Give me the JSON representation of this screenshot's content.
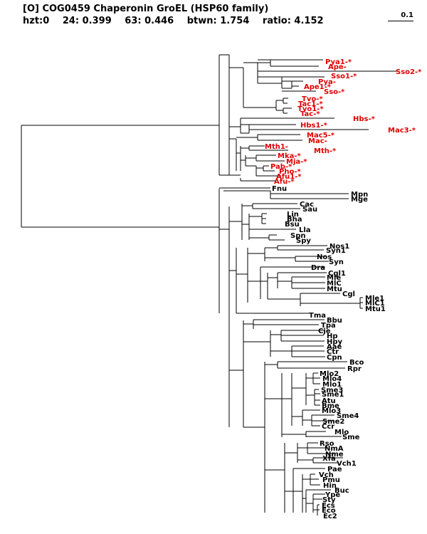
{
  "header": {
    "title": "[O] COG0459 Chaperonin GroEL (HSP60 family)",
    "hzt": "hzt:0",
    "v24": "24: 0.399",
    "v63": "63: 0.446",
    "btwn": "btwn: 1.754",
    "ratio": "ratio: 4.152"
  },
  "scale_bar": {
    "label": "0.1"
  },
  "colors": {
    "archaea": "#e00000",
    "bacteria": "#000000"
  },
  "tree": {
    "leaves": [
      {
        "name": "Pya1-*",
        "red": true
      },
      {
        "name": "Ape-",
        "red": true
      },
      {
        "name": "Sso2-*",
        "red": true
      },
      {
        "name": "Sso1-*",
        "red": true
      },
      {
        "name": "Pya-",
        "red": true
      },
      {
        "name": "Ape1-*",
        "red": true
      },
      {
        "name": "Sso-*",
        "red": true
      },
      {
        "name": "Tvo-*",
        "red": true
      },
      {
        "name": "Tac1-*",
        "red": true
      },
      {
        "name": "Tvo1-*",
        "red": true
      },
      {
        "name": "Tac-*",
        "red": true
      },
      {
        "name": "Hbs-*",
        "red": true
      },
      {
        "name": "Hbs1-*",
        "red": true
      },
      {
        "name": "Mac3-*",
        "red": true
      },
      {
        "name": "Mac5-*",
        "red": true
      },
      {
        "name": "Mac-",
        "red": true
      },
      {
        "name": "Mth1-",
        "red": true
      },
      {
        "name": "Mth-*",
        "red": true
      },
      {
        "name": "Mka-*",
        "red": true
      },
      {
        "name": "Mja-*",
        "red": true
      },
      {
        "name": "Pab-*",
        "red": true
      },
      {
        "name": "Pho-*",
        "red": true
      },
      {
        "name": "Afu1-*",
        "red": true
      },
      {
        "name": "Afu-*",
        "red": true
      },
      {
        "name": "Fnu",
        "red": false
      },
      {
        "name": "Mpn",
        "red": false
      },
      {
        "name": "Mge",
        "red": false
      },
      {
        "name": "Cac",
        "red": false
      },
      {
        "name": "Sau",
        "red": false
      },
      {
        "name": "Lin",
        "red": false
      },
      {
        "name": "Bha",
        "red": false
      },
      {
        "name": "Bsu",
        "red": false
      },
      {
        "name": "Lla",
        "red": false
      },
      {
        "name": "Spn",
        "red": false
      },
      {
        "name": "Spy",
        "red": false
      },
      {
        "name": "Nos1",
        "red": false
      },
      {
        "name": "Syn1",
        "red": false
      },
      {
        "name": "Nos",
        "red": false
      },
      {
        "name": "Syn",
        "red": false
      },
      {
        "name": "Dra",
        "red": false
      },
      {
        "name": "Cgl1",
        "red": false
      },
      {
        "name": "Mle",
        "red": false
      },
      {
        "name": "MlC",
        "red": false
      },
      {
        "name": "Mtu",
        "red": false
      },
      {
        "name": "Cgl",
        "red": false
      },
      {
        "name": "Mle1",
        "red": false
      },
      {
        "name": "MlC1",
        "red": false
      },
      {
        "name": "Mtu1",
        "red": false
      },
      {
        "name": "Tma",
        "red": false
      },
      {
        "name": "Bbu",
        "red": false
      },
      {
        "name": "Tpa",
        "red": false
      },
      {
        "name": "Cje",
        "red": false
      },
      {
        "name": "Hp",
        "red": false
      },
      {
        "name": "Hpy",
        "red": false
      },
      {
        "name": "Aae",
        "red": false
      },
      {
        "name": "Ctr",
        "red": false
      },
      {
        "name": "Cpn",
        "red": false
      },
      {
        "name": "Bco",
        "red": false
      },
      {
        "name": "Rpr",
        "red": false
      },
      {
        "name": "Mlo2",
        "red": false
      },
      {
        "name": "Mlo4",
        "red": false
      },
      {
        "name": "Mlo1",
        "red": false
      },
      {
        "name": "Sme3",
        "red": false
      },
      {
        "name": "Sme1",
        "red": false
      },
      {
        "name": "Atu",
        "red": false
      },
      {
        "name": "Bme",
        "red": false
      },
      {
        "name": "Mlo3",
        "red": false
      },
      {
        "name": "Sme4",
        "red": false
      },
      {
        "name": "Sme2",
        "red": false
      },
      {
        "name": "Ccr",
        "red": false
      },
      {
        "name": "Mlo",
        "red": false
      },
      {
        "name": "Sme",
        "red": false
      },
      {
        "name": "Rso",
        "red": false
      },
      {
        "name": "NmA",
        "red": false
      },
      {
        "name": "Nme",
        "red": false
      },
      {
        "name": "Xfa",
        "red": false
      },
      {
        "name": "Vch1",
        "red": false
      },
      {
        "name": "Pae",
        "red": false
      },
      {
        "name": "Vch",
        "red": false
      },
      {
        "name": "Pmu",
        "red": false
      },
      {
        "name": "Hin",
        "red": false
      },
      {
        "name": "Buc",
        "red": false
      },
      {
        "name": "Ype",
        "red": false
      },
      {
        "name": "Sty",
        "red": false
      },
      {
        "name": "Ecs",
        "red": false
      },
      {
        "name": "Eco",
        "red": false
      },
      {
        "name": "Ec2",
        "red": false
      }
    ]
  }
}
